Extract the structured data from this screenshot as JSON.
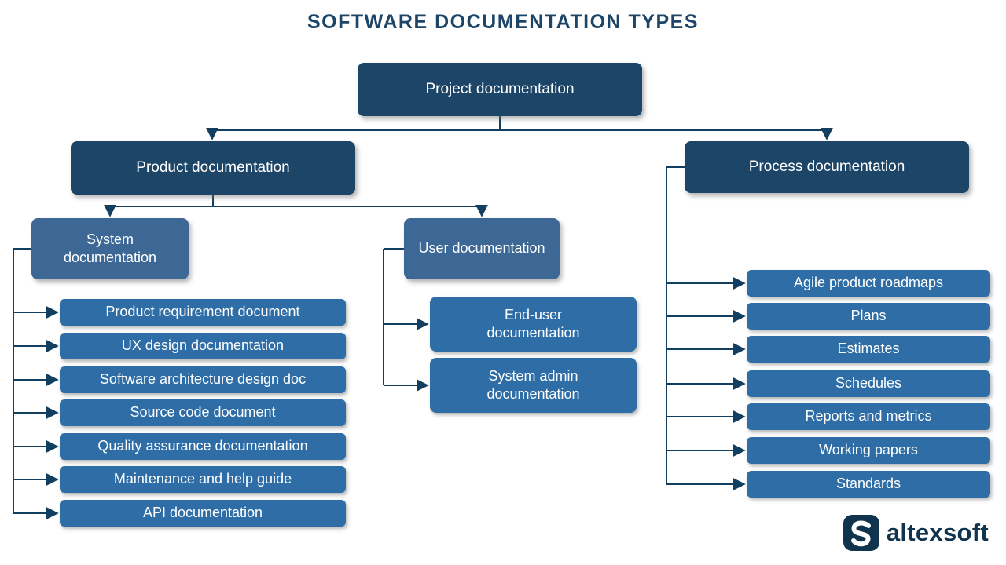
{
  "title": "SOFTWARE DOCUMENTATION TYPES",
  "nodes": {
    "project": "Project documentation",
    "product": "Product documentation",
    "process": "Process documentation",
    "system": "System documentation",
    "user": "User documentation"
  },
  "system_children": [
    "Product requirement document",
    "UX design documentation",
    "Software architecture design doc",
    "Source code document",
    "Quality assurance documentation",
    "Maintenance and help guide",
    "API documentation"
  ],
  "user_children": [
    "End-user documentation",
    "System admin documentation"
  ],
  "process_children": [
    "Agile product roadmaps",
    "Plans",
    "Estimates",
    "Schedules",
    "Reports and metrics",
    "Working papers",
    "Standards"
  ],
  "logo": {
    "text": "altexsoft"
  },
  "colors": {
    "level1_box": "#1d4568",
    "level2_box": "#3d6795",
    "leaf_box": "#2e6da6",
    "connector": "#123f5f",
    "title_text": "#1d4568"
  }
}
